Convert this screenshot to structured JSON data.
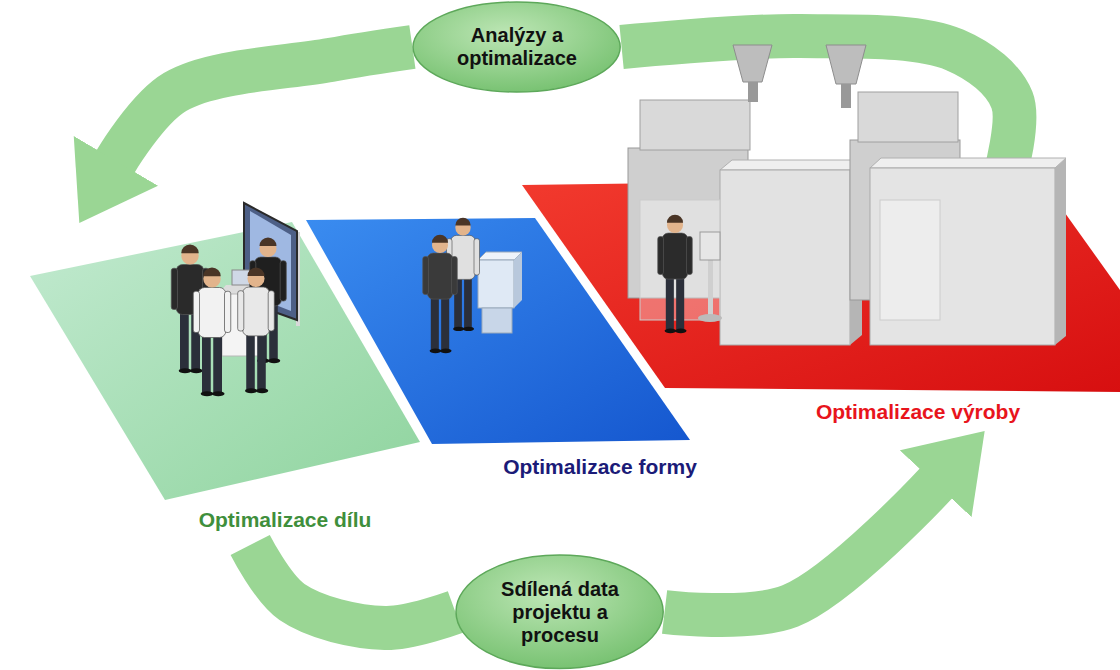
{
  "diagram": {
    "nodes": [
      {
        "text": [
          "Analýzy a optimalizace"
        ]
      },
      {
        "text": [
          "Optimalizace dílu"
        ]
      },
      {
        "text": [
          "Optimalizace formy"
        ]
      },
      {
        "text": [
          "Optimalizace výroby"
        ]
      },
      {
        "text": [
          "Sdílená data projektu a procesu"
        ]
      }
    ],
    "edges": [
      {
        "from": 3,
        "to": 0,
        "arrow": "none"
      },
      {
        "from": 0,
        "to": 1,
        "arrow": "to"
      },
      {
        "from": 1,
        "to": 4,
        "arrow": "none"
      },
      {
        "from": 4,
        "to": 3,
        "arrow": "to"
      }
    ]
  }
}
